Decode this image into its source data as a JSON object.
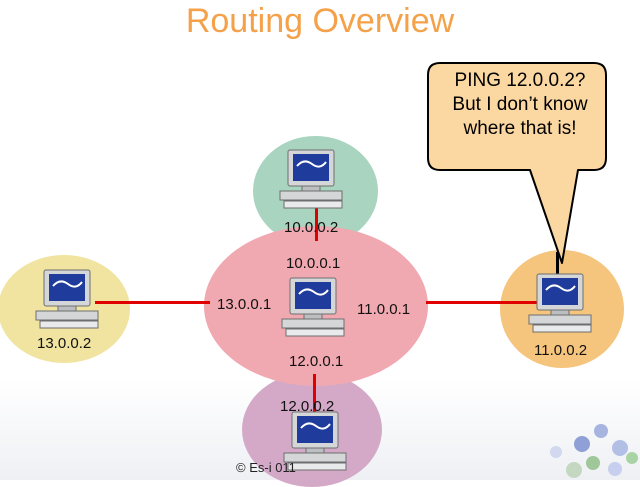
{
  "title": "Routing Overview",
  "callout": {
    "lines": [
      "PING 12.0.0.2?",
      "But I don’t know",
      "where that is!"
    ]
  },
  "nodes": {
    "top": {
      "address": "10.0.0.2",
      "color": "#a9d4bf"
    },
    "left": {
      "address": "13.0.0.2",
      "color": "#f1e4a0"
    },
    "right": {
      "address": "11.0.0.2",
      "color": "#f5c47d"
    },
    "bottom": {
      "address": "12.0.0.2",
      "color": "#d3a9c7"
    },
    "router": {
      "color": "#f0a9b1",
      "interfaces": {
        "top": "10.0.0.1",
        "left": "13.0.0.1",
        "right": "11.0.0.1",
        "bottom": "12.0.0.1"
      }
    }
  },
  "footer": "© Es-i 011",
  "colors": {
    "title": "#f4a14a",
    "wire": "#e00000",
    "callout_fill": "#fbd7a2",
    "callout_border": "#000000"
  },
  "icons": [
    "desktop-computer-icon",
    "decorative-dots"
  ]
}
